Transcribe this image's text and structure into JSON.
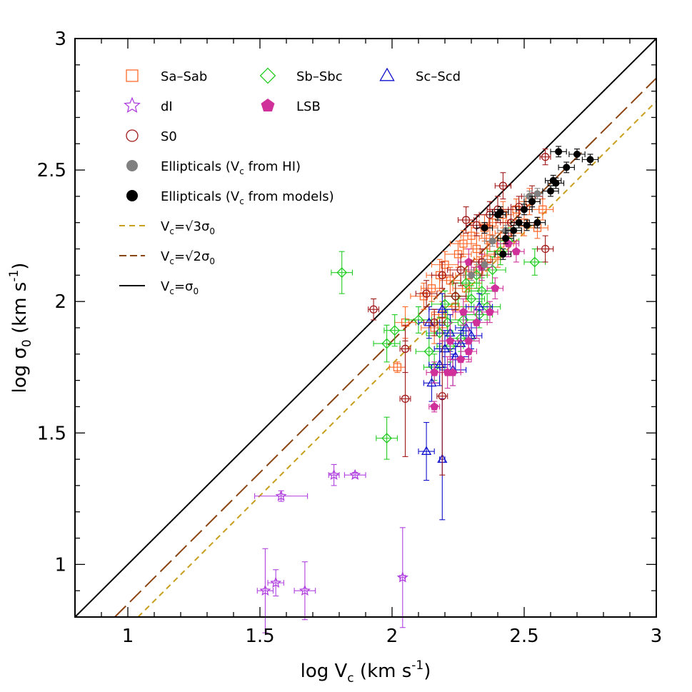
{
  "chart_data": {
    "type": "scatter",
    "xlim": [
      0.8,
      3.0
    ],
    "ylim": [
      0.8,
      3.0
    ],
    "x_ticks": [
      1,
      1.5,
      2,
      2.5,
      3
    ],
    "y_ticks": [
      1,
      1.5,
      2,
      2.5,
      3
    ],
    "x_tick_labels": [
      "1",
      "1.5",
      "2",
      "2.5",
      "3"
    ],
    "y_tick_labels": [
      "1",
      "1.5",
      "2",
      "2.5",
      "3"
    ],
    "xlabel": {
      "pre": "log V",
      "sub": "c",
      "post": " (km s",
      "sup": "-1",
      "end": ")"
    },
    "ylabel": {
      "pre": "log σ",
      "sub": "0",
      "post": " (km s",
      "sup": "-1",
      "end": ")"
    },
    "grid": false,
    "legend_position": "top-left",
    "lines": [
      {
        "name": "Vc=√3σ0",
        "offset": -0.2386,
        "color": "#c8a020",
        "dash": "8,6"
      },
      {
        "name": "Vc=√2σ0",
        "offset": -0.1505,
        "color": "#8b4513",
        "dash": "22,8"
      },
      {
        "name": "Vc=σ0",
        "offset": 0.0,
        "color": "#000000",
        "dash": ""
      }
    ],
    "legend": [
      {
        "label": "Sa–Sab",
        "symbol": "square",
        "color": "#ff6a2a",
        "filled": false
      },
      {
        "label": "Sb–Sbc",
        "symbol": "diamond",
        "color": "#22cc22",
        "filled": false
      },
      {
        "label": "Sc–Scd",
        "symbol": "triangle",
        "color": "#1010cc",
        "filled": false
      },
      {
        "label": "dI",
        "symbol": "star",
        "color": "#b040e0",
        "filled": false
      },
      {
        "label": "LSB",
        "symbol": "pentagon",
        "color": "#d0309a",
        "filled": true
      },
      {
        "label": "S0",
        "symbol": "circle",
        "color": "#a01818",
        "filled": false
      },
      {
        "label": "Ellipticals (V",
        "sub": "c",
        "post": " from HI)",
        "symbol": "circle",
        "color": "#808080",
        "filled": true
      },
      {
        "label": "Ellipticals (V",
        "sub": "c",
        "post": " from models)",
        "symbol": "circle",
        "color": "#000000",
        "filled": true
      },
      {
        "label": "V",
        "sub": "c",
        "post": "=√3σ",
        "sub2": "0",
        "symbol": "line",
        "color": "#c8a020",
        "dash": "8,6"
      },
      {
        "label": "V",
        "sub": "c",
        "post": "=√2σ",
        "sub2": "0",
        "symbol": "line",
        "color": "#8b4513",
        "dash": "10,5"
      },
      {
        "label": "V",
        "sub": "c",
        "post": "=σ",
        "sub2": "0",
        "symbol": "line",
        "color": "#000000",
        "dash": ""
      }
    ],
    "series": [
      {
        "name": "Sa–Sab",
        "symbol": "square",
        "color": "#ff6a2a",
        "filled": false,
        "points": [
          [
            2.02,
            1.75,
            0.03,
            0.02
          ],
          [
            2.05,
            1.92,
            0.04,
            0.06
          ],
          [
            2.12,
            2.02,
            0.05,
            0.05
          ],
          [
            2.15,
            2.05,
            0.04,
            0.05
          ],
          [
            2.18,
            2.1,
            0.05,
            0.06
          ],
          [
            2.2,
            2.14,
            0.05,
            0.05
          ],
          [
            2.22,
            2.08,
            0.04,
            0.05
          ],
          [
            2.25,
            2.18,
            0.05,
            0.05
          ],
          [
            2.27,
            2.22,
            0.05,
            0.05
          ],
          [
            2.3,
            2.25,
            0.04,
            0.05
          ],
          [
            2.32,
            2.2,
            0.05,
            0.06
          ],
          [
            2.35,
            2.28,
            0.05,
            0.05
          ],
          [
            2.37,
            2.24,
            0.04,
            0.05
          ],
          [
            2.38,
            2.3,
            0.05,
            0.05
          ],
          [
            2.4,
            2.18,
            0.05,
            0.05
          ],
          [
            2.42,
            2.33,
            0.04,
            0.05
          ],
          [
            2.44,
            2.26,
            0.05,
            0.05
          ],
          [
            2.47,
            2.35,
            0.05,
            0.04
          ],
          [
            2.5,
            2.3,
            0.05,
            0.05
          ],
          [
            2.52,
            2.38,
            0.04,
            0.05
          ],
          [
            2.55,
            2.28,
            0.04,
            0.04
          ],
          [
            2.57,
            2.35,
            0.04,
            0.04
          ],
          [
            2.28,
            2.05,
            0.05,
            0.05
          ],
          [
            2.33,
            2.12,
            0.05,
            0.05
          ],
          [
            2.24,
            1.98,
            0.05,
            0.05
          ],
          [
            2.19,
            1.95,
            0.04,
            0.05
          ],
          [
            2.36,
            2.16,
            0.05,
            0.06
          ],
          [
            2.41,
            2.22,
            0.05,
            0.05
          ],
          [
            2.16,
            1.9,
            0.05,
            0.06
          ],
          [
            2.29,
            2.1,
            0.05,
            0.05
          ]
        ]
      },
      {
        "name": "Sb–Sbc",
        "symbol": "diamond",
        "color": "#22cc22",
        "filled": false,
        "points": [
          [
            1.81,
            2.11,
            0.04,
            0.08
          ],
          [
            1.98,
            1.48,
            0.04,
            0.08
          ],
          [
            1.98,
            1.84,
            0.05,
            0.07
          ],
          [
            2.01,
            1.89,
            0.04,
            0.06
          ],
          [
            2.1,
            1.93,
            0.05,
            0.05
          ],
          [
            2.14,
            1.81,
            0.05,
            0.06
          ],
          [
            2.16,
            1.75,
            0.04,
            0.05
          ],
          [
            2.18,
            1.88,
            0.05,
            0.06
          ],
          [
            2.2,
            1.99,
            0.05,
            0.05
          ],
          [
            2.22,
            1.83,
            0.05,
            0.06
          ],
          [
            2.24,
            2.02,
            0.05,
            0.05
          ],
          [
            2.26,
            1.86,
            0.05,
            0.05
          ],
          [
            2.28,
            2.07,
            0.05,
            0.05
          ],
          [
            2.3,
            2.01,
            0.05,
            0.05
          ],
          [
            2.32,
            2.1,
            0.04,
            0.05
          ],
          [
            2.34,
            2.04,
            0.05,
            0.05
          ],
          [
            2.36,
            1.98,
            0.05,
            0.05
          ],
          [
            2.38,
            2.12,
            0.05,
            0.05
          ],
          [
            2.41,
            2.19,
            0.05,
            0.05
          ],
          [
            2.44,
            2.23,
            0.04,
            0.05
          ],
          [
            2.54,
            2.15,
            0.04,
            0.05
          ],
          [
            2.27,
            1.93,
            0.05,
            0.05
          ],
          [
            2.21,
            1.92,
            0.04,
            0.05
          ],
          [
            2.33,
            1.95,
            0.05,
            0.05
          ]
        ]
      },
      {
        "name": "Sc–Scd",
        "symbol": "triangle",
        "color": "#1010cc",
        "filled": false,
        "points": [
          [
            2.13,
            1.43,
            0.03,
            0.11
          ],
          [
            2.19,
            1.4,
            0.01,
            0.23
          ],
          [
            2.15,
            1.69,
            0.03,
            0.07
          ],
          [
            2.18,
            1.76,
            0.04,
            0.08
          ],
          [
            2.2,
            1.82,
            0.04,
            0.07
          ],
          [
            2.22,
            1.88,
            0.05,
            0.07
          ],
          [
            2.24,
            1.79,
            0.05,
            0.06
          ],
          [
            2.26,
            1.84,
            0.04,
            0.05
          ],
          [
            2.28,
            1.9,
            0.04,
            0.06
          ],
          [
            2.3,
            1.87,
            0.04,
            0.05
          ],
          [
            2.19,
            1.97,
            0.05,
            0.06
          ],
          [
            2.14,
            1.92,
            0.04,
            0.06
          ],
          [
            2.33,
            1.98,
            0.05,
            0.05
          ],
          [
            2.23,
            1.74,
            0.05,
            0.06
          ]
        ]
      },
      {
        "name": "dI",
        "symbol": "star",
        "color": "#b040e0",
        "filled": false,
        "points": [
          [
            1.52,
            0.9,
            0.03,
            0.16
          ],
          [
            1.56,
            0.93,
            0.03,
            0.05
          ],
          [
            1.67,
            0.9,
            0.04,
            0.11
          ],
          [
            1.58,
            1.26,
            0.1,
            0.02
          ],
          [
            1.78,
            1.34,
            0.02,
            0.04
          ],
          [
            1.86,
            1.34,
            0.04,
            0.01
          ],
          [
            2.04,
            0.95,
            0.01,
            0.19
          ]
        ]
      },
      {
        "name": "LSB",
        "symbol": "pentagon",
        "color": "#d0309a",
        "filled": true,
        "points": [
          [
            2.16,
            1.6,
            0.02,
            0.02
          ],
          [
            2.16,
            1.73,
            0.03,
            0.04
          ],
          [
            2.21,
            1.73,
            0.03,
            0.06
          ],
          [
            2.23,
            1.73,
            0.03,
            0.05
          ],
          [
            2.22,
            1.85,
            0.04,
            0.07
          ],
          [
            2.26,
            1.78,
            0.04,
            0.05
          ],
          [
            2.27,
            1.96,
            0.04,
            0.05
          ],
          [
            2.29,
            1.81,
            0.03,
            0.04
          ],
          [
            2.29,
            1.85,
            0.04,
            0.05
          ],
          [
            2.32,
            1.92,
            0.04,
            0.06
          ],
          [
            2.34,
            2.13,
            0.04,
            0.05
          ],
          [
            2.37,
            1.96,
            0.03,
            0.04
          ],
          [
            2.39,
            2.05,
            0.03,
            0.04
          ],
          [
            2.47,
            2.19,
            0.03,
            0.04
          ],
          [
            2.29,
            2.15,
            0.04,
            0.05
          ],
          [
            2.44,
            2.22,
            0.04,
            0.05
          ]
        ]
      },
      {
        "name": "S0",
        "symbol": "circle",
        "color": "#a01818",
        "filled": false,
        "points": [
          [
            1.93,
            1.97,
            0.02,
            0.04
          ],
          [
            2.05,
            1.82,
            0.02,
            0.09
          ],
          [
            2.05,
            1.63,
            0.02,
            0.22
          ],
          [
            2.19,
            1.64,
            0.02,
            0.3
          ],
          [
            2.19,
            2.1,
            0.04,
            0.05
          ],
          [
            2.26,
            2.12,
            0.05,
            0.06
          ],
          [
            2.28,
            2.31,
            0.03,
            0.05
          ],
          [
            2.32,
            2.29,
            0.04,
            0.04
          ],
          [
            2.37,
            2.33,
            0.04,
            0.05
          ],
          [
            2.4,
            2.35,
            0.04,
            0.05
          ],
          [
            2.42,
            2.44,
            0.03,
            0.05
          ],
          [
            2.45,
            2.3,
            0.04,
            0.05
          ],
          [
            2.48,
            2.36,
            0.03,
            0.04
          ],
          [
            2.53,
            2.4,
            0.04,
            0.04
          ],
          [
            2.58,
            2.2,
            0.03,
            0.05
          ],
          [
            2.58,
            2.55,
            0.02,
            0.03
          ],
          [
            2.13,
            2.03,
            0.04,
            0.05
          ],
          [
            2.34,
            2.15,
            0.04,
            0.05
          ],
          [
            2.24,
            2.02,
            0.04,
            0.05
          ],
          [
            2.16,
            1.92,
            0.04,
            0.05
          ]
        ]
      },
      {
        "name": "Ellipticals (Vc from HI)",
        "symbol": "circle",
        "color": "#808080",
        "filled": true,
        "points": [
          [
            2.3,
            2.1,
            0.03,
            0.02
          ],
          [
            2.35,
            2.14,
            0.03,
            0.02
          ],
          [
            2.38,
            2.23,
            0.03,
            0.02
          ],
          [
            2.43,
            2.27,
            0.03,
            0.02
          ],
          [
            2.52,
            2.4,
            0.02,
            0.02
          ],
          [
            2.55,
            2.41,
            0.02,
            0.02
          ]
        ]
      },
      {
        "name": "Ellipticals (Vc from models)",
        "symbol": "circle",
        "color": "#000000",
        "filled": true,
        "points": [
          [
            2.35,
            2.28,
            0.03,
            0.02
          ],
          [
            2.4,
            2.33,
            0.03,
            0.02
          ],
          [
            2.41,
            2.34,
            0.03,
            0.02
          ],
          [
            2.42,
            2.18,
            0.03,
            0.02
          ],
          [
            2.43,
            2.24,
            0.03,
            0.02
          ],
          [
            2.46,
            2.27,
            0.03,
            0.02
          ],
          [
            2.48,
            2.3,
            0.03,
            0.02
          ],
          [
            2.5,
            2.35,
            0.03,
            0.02
          ],
          [
            2.51,
            2.29,
            0.03,
            0.02
          ],
          [
            2.53,
            2.38,
            0.03,
            0.02
          ],
          [
            2.55,
            2.3,
            0.03,
            0.02
          ],
          [
            2.6,
            2.42,
            0.03,
            0.02
          ],
          [
            2.61,
            2.46,
            0.03,
            0.02
          ],
          [
            2.62,
            2.45,
            0.03,
            0.02
          ],
          [
            2.63,
            2.57,
            0.03,
            0.02
          ],
          [
            2.66,
            2.51,
            0.03,
            0.02
          ],
          [
            2.7,
            2.56,
            0.03,
            0.02
          ],
          [
            2.75,
            2.54,
            0.03,
            0.02
          ]
        ]
      }
    ]
  }
}
